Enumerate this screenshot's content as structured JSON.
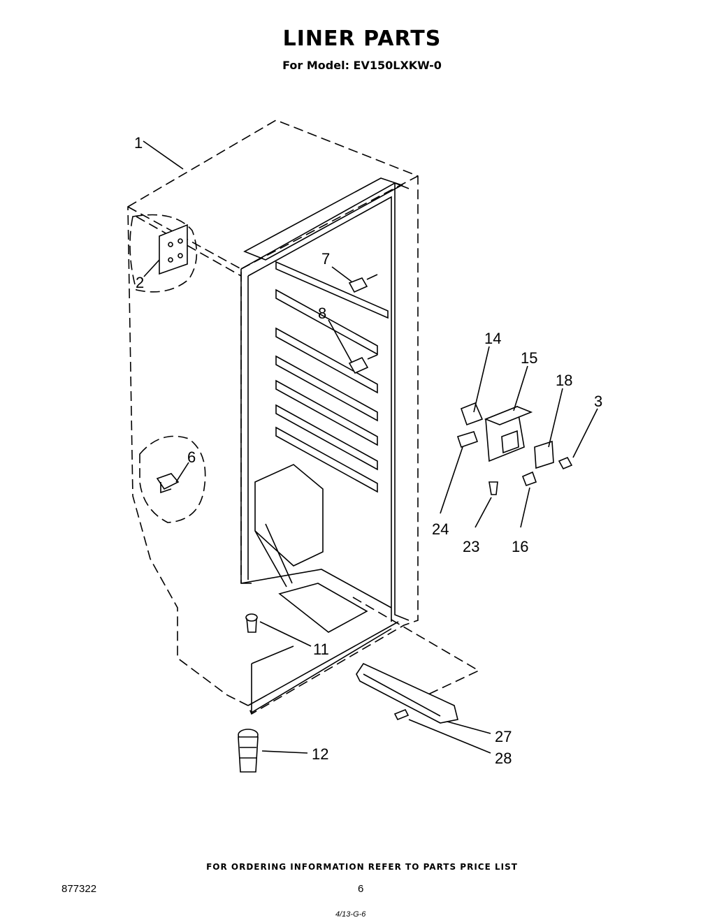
{
  "header": {
    "title": "LINER PARTS",
    "subtitle": "For Model: EV150LXKW-0"
  },
  "footer": {
    "ordering_note": "FOR ORDERING INFORMATION REFER TO PARTS PRICE LIST",
    "document_number": "877322",
    "page_number": "6",
    "handwritten_note": "4/13-G-6"
  },
  "callouts": {
    "c1": "1",
    "c2": "2",
    "c3": "3",
    "c6": "6",
    "c7": "7",
    "c8": "8",
    "c11": "11",
    "c12": "12",
    "c14": "14",
    "c15": "15",
    "c16": "16",
    "c18": "18",
    "c23": "23",
    "c24": "24",
    "c27": "27",
    "c28": "28"
  }
}
